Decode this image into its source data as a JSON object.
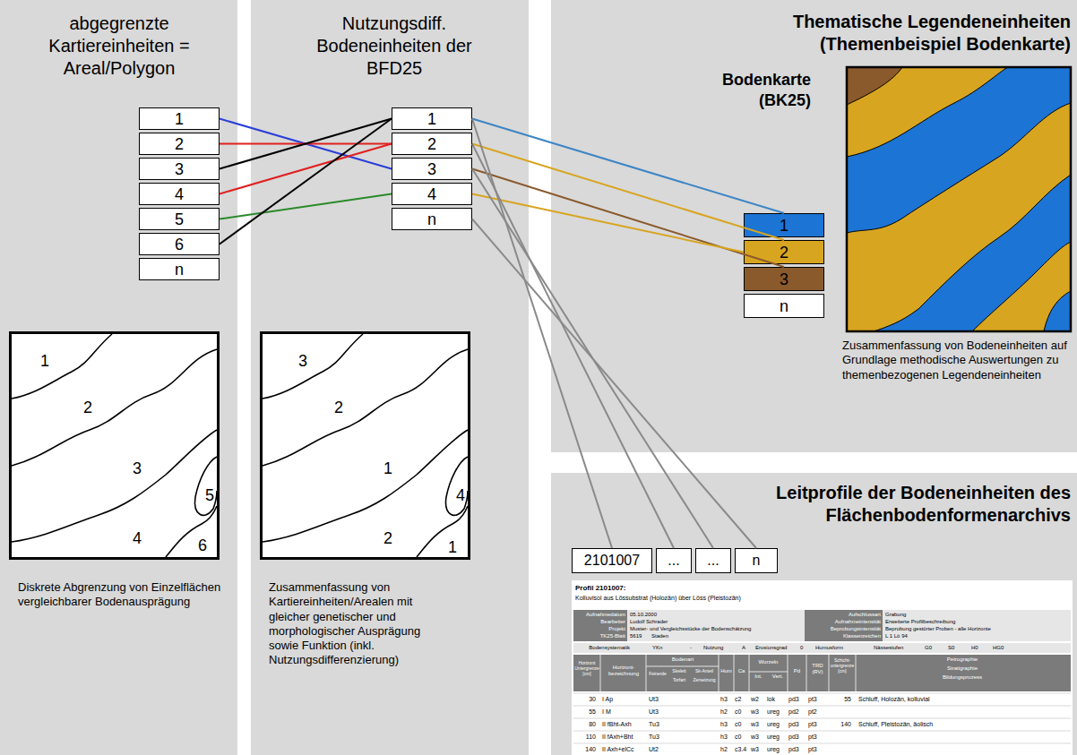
{
  "diagram": {
    "nodes": [
      {
        "text": [
          "abgegrenzte Kartiereinheiten = Areal/Polygon",
          "Diskrete Abgrenzung von Einzelflächen vergleichbarer Bodenausprägung"
        ]
      },
      {
        "text": [
          "1"
        ],
        "in": 0
      },
      {
        "text": [
          "2"
        ],
        "in": 0
      },
      {
        "text": [
          "3"
        ],
        "in": 0
      },
      {
        "text": [
          "4"
        ],
        "in": 0
      },
      {
        "text": [
          "5"
        ],
        "in": 0
      },
      {
        "text": [
          "6"
        ],
        "in": 0
      },
      {
        "text": [
          "n"
        ],
        "in": 0
      },
      {
        "text": [
          "1",
          "2",
          "3",
          "5",
          "4",
          "6"
        ],
        "in": 0
      },
      {
        "text": [
          "Nutzungsdiff. Bodeneinheiten der BFD25",
          "Zusammenfassung von Kartiereinheiten/Arealen mit gleicher genetischer und morphologischer Ausprägung sowie Funktion (inkl. Nutzungsdifferenzierung)"
        ]
      },
      {
        "text": [
          "1"
        ],
        "in": 9
      },
      {
        "text": [
          "2"
        ],
        "in": 9
      },
      {
        "text": [
          "3"
        ],
        "in": 9
      },
      {
        "text": [
          "4"
        ],
        "in": 9
      },
      {
        "text": [
          "n"
        ],
        "in": 9
      },
      {
        "text": [
          "3",
          "2",
          "1",
          "4",
          "2",
          "1"
        ],
        "in": 9
      },
      {
        "text": [
          "Thematische Legendeneinheiten (Themenbeispiel Bodenkarte)",
          "Bodenkarte (BK25)",
          "Zusammenfassung von Bodeneinheiten auf Grundlage methodische Auswertungen zu themenbezogenen Legendeneinheiten"
        ]
      },
      {
        "text": [
          "1"
        ],
        "in": 16
      },
      {
        "text": [
          "2"
        ],
        "in": 16
      },
      {
        "text": [
          "3"
        ],
        "in": 16
      },
      {
        "text": [
          "n"
        ],
        "in": 16
      },
      {
        "text": [
          "Leitprofile der Bodeneinheiten des Flächenbodenformenarchivs"
        ]
      },
      {
        "text": [
          "2101007"
        ],
        "in": 21
      },
      {
        "text": [
          "..."
        ],
        "in": 21
      },
      {
        "text": [
          "..."
        ],
        "in": 21
      },
      {
        "text": [
          "n"
        ],
        "in": 21
      }
    ],
    "edges": [
      {
        "from": 1,
        "to": 12,
        "arrow": "none"
      },
      {
        "from": 2,
        "to": 11,
        "arrow": "none"
      },
      {
        "from": 3,
        "to": 10,
        "arrow": "none"
      },
      {
        "from": 4,
        "to": 11,
        "arrow": "none"
      },
      {
        "from": 5,
        "to": 13,
        "arrow": "none"
      },
      {
        "from": 6,
        "to": 10,
        "arrow": "none"
      },
      {
        "from": 10,
        "to": 17,
        "arrow": "none"
      },
      {
        "from": 11,
        "to": 18,
        "arrow": "none"
      },
      {
        "from": 12,
        "to": 19,
        "arrow": "none"
      },
      {
        "from": 13,
        "to": 18,
        "arrow": "none"
      },
      {
        "from": 10,
        "to": 22,
        "arrow": "none"
      },
      {
        "from": 11,
        "to": 23,
        "arrow": "none"
      },
      {
        "from": 12,
        "to": 24,
        "arrow": "none"
      },
      {
        "from": 14,
        "to": 25,
        "arrow": "none"
      }
    ],
    "labels": [
      "Profil 2101007:",
      "Kolluvisol aus Lössubstrat (Holozän) über Löss (Pleistozän)",
      "Aufnahmedatum",
      "05.10.2000",
      "Bearbeiter",
      "Ludolf Schrader",
      "Projekt",
      "Muster- und Vergleichsstücke der Bodenschätzung",
      "TK25-Blatt",
      "5619",
      "Staden",
      "Aufschlussart",
      "Grabung",
      "Aufnahmeintensität",
      "Erweiterte Profilbeschreibung",
      "Beprobungsintensität",
      "Beprobung gestörter Proben - alle Horizonte",
      "Klassenzeichen",
      "L 1 Lö 94",
      "Bodensystematik",
      "YKn",
      "-",
      "Nutzung",
      "A",
      "Erosionsgrad",
      "0",
      "Humusform",
      "Nässestufen",
      "G0",
      "S0",
      "H0",
      "HG0",
      "Horizont Untergrenze [cm]",
      "Horizont-bezeichnung",
      "Bodenart",
      "Feinerde",
      "Skelett",
      "Sk-Anteil",
      "Torfart",
      "Zersetzung",
      "Hum",
      "Ca",
      "Wurzeln",
      "Int.",
      "Vert.",
      "Pd",
      "TRD (RV)",
      "Schicht-untergrenze [cm]",
      "Petrographie",
      "Stratigraphie",
      "Bildungsprozess",
      "30",
      "I Ap",
      "Ut3",
      "h3",
      "c2",
      "w2",
      "lok",
      "pd3",
      "pt3",
      "55",
      "Schluff, Holozän, kolluvial",
      "55",
      "I M",
      "Ut3",
      "h2",
      "c0",
      "w3",
      "ureg",
      "pd2",
      "pt2",
      "80",
      "II fBht-Axh",
      "Tu3",
      "h3",
      "c0",
      "w3",
      "ureg",
      "pd3",
      "pt3",
      "140",
      "Schluff, Pleistozän, äolisch",
      "110",
      "II fAxh+Bht",
      "Tu3",
      "h3",
      "c0",
      "w3",
      "ureg",
      "pd3",
      "pt3",
      "140",
      "II Axh+elCc",
      "Ut2",
      "h2",
      "c3.4",
      "w3",
      "ureg",
      "pd3",
      "pt3"
    ]
  }
}
